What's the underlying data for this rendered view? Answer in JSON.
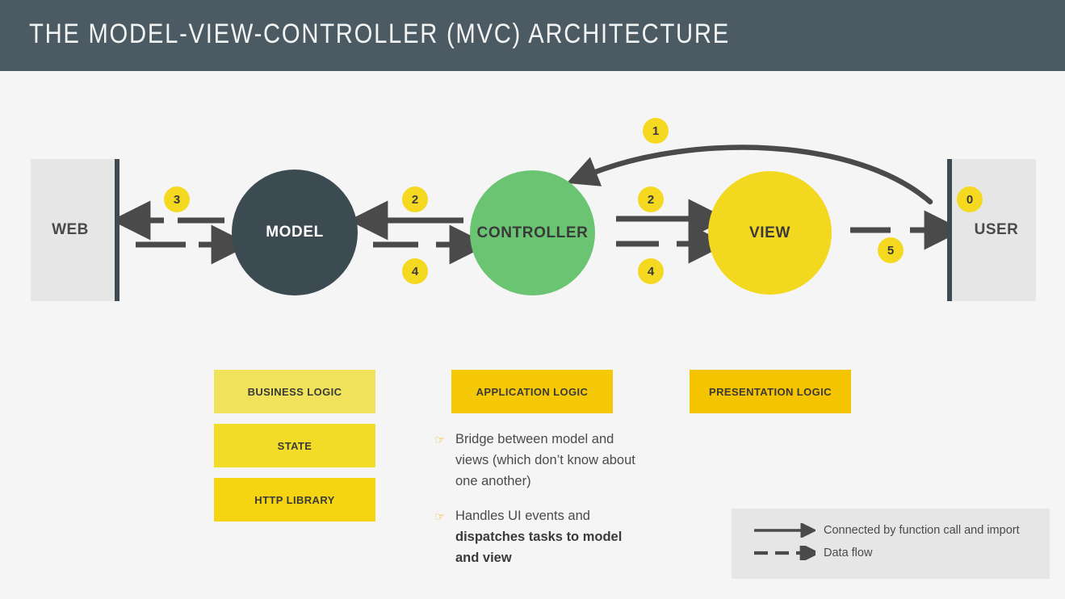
{
  "header": {
    "title": "The Model-View-Controller (MVC) Architecture"
  },
  "colors": {
    "header_bg": "#4c5b63",
    "page_bg": "#f5f5f5",
    "model": "#3c4a52",
    "controller": "#6ac472",
    "view": "#f2d81f",
    "badge": "#f5d920",
    "endbox": "#e6e6e6",
    "arrow": "#4a4a4a",
    "tag_light": "#f0e25a",
    "tag_mid": "#f2dc28",
    "tag_dark": "#f5d511",
    "tag_accent": "#f5c400"
  },
  "nodes": {
    "web": "WEB",
    "model": "MODEL",
    "controller": "CONTROLLER",
    "view": "VIEW",
    "user": "USER"
  },
  "steps": {
    "s0": "0",
    "s1": "1",
    "s2_model": "2",
    "s2_view": "2",
    "s3": "3",
    "s4_model": "4",
    "s4_view": "4",
    "s5": "5"
  },
  "tags": {
    "business_logic": "BUSINESS  LOGIC",
    "state": "STATE",
    "http_library": "HTTP LIBRARY",
    "application_logic": "APPLICATION LOGIC",
    "presentation_logic": "PRESENTATION LOGIC"
  },
  "bullets": [
    {
      "marker": "☞",
      "text_normal": "Bridge between model and views (which don’t know about one another)",
      "text_bold": ""
    },
    {
      "marker": "☞",
      "text_normal": "Handles UI events and ",
      "text_bold": "dispatches tasks to model and view"
    }
  ],
  "legend": {
    "solid_label": "Connected by function call and import",
    "dashed_label": "Data flow"
  }
}
